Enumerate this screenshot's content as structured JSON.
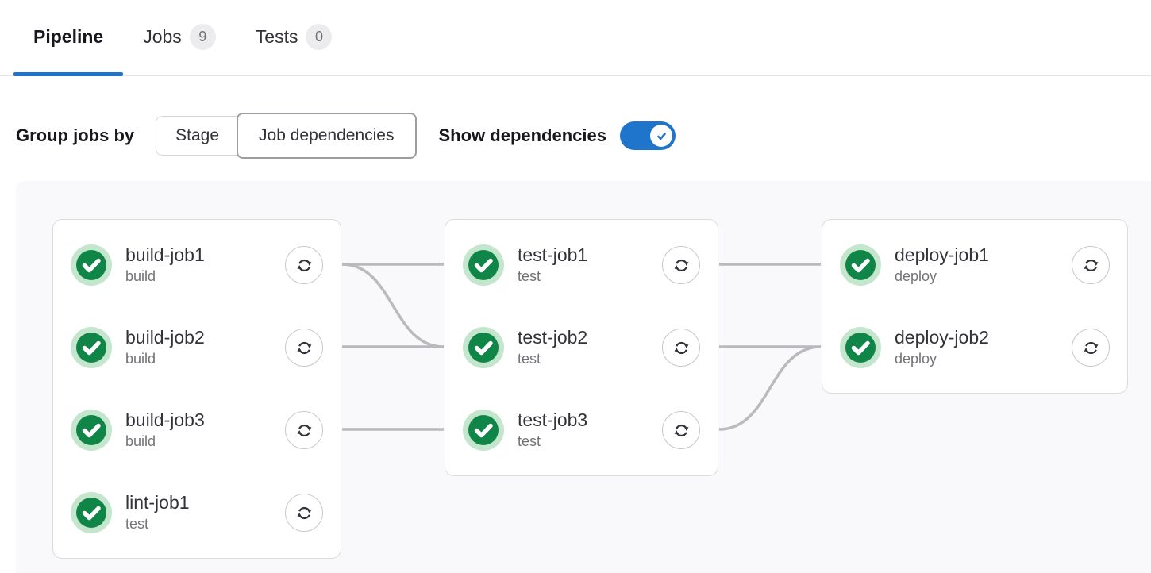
{
  "tabs": [
    {
      "label": "Pipeline",
      "badge": null,
      "active": true
    },
    {
      "label": "Jobs",
      "badge": "9",
      "active": false
    },
    {
      "label": "Tests",
      "badge": "0",
      "active": false
    }
  ],
  "controls": {
    "group_label": "Group jobs by",
    "group_options": [
      {
        "label": "Stage",
        "selected": false
      },
      {
        "label": "Job dependencies",
        "selected": true
      }
    ],
    "show_dependencies_label": "Show dependencies",
    "show_dependencies_on": true,
    "toggle_icon": "check-icon"
  },
  "graph": {
    "columns": [
      {
        "jobs": [
          {
            "name": "build-job1",
            "stage": "build",
            "status": "success",
            "status_icon": "status-success-icon",
            "action_icon": "retry-icon"
          },
          {
            "name": "build-job2",
            "stage": "build",
            "status": "success",
            "status_icon": "status-success-icon",
            "action_icon": "retry-icon"
          },
          {
            "name": "build-job3",
            "stage": "build",
            "status": "success",
            "status_icon": "status-success-icon",
            "action_icon": "retry-icon"
          },
          {
            "name": "lint-job1",
            "stage": "test",
            "status": "success",
            "status_icon": "status-success-icon",
            "action_icon": "retry-icon"
          }
        ]
      },
      {
        "jobs": [
          {
            "name": "test-job1",
            "stage": "test",
            "status": "success",
            "status_icon": "status-success-icon",
            "action_icon": "retry-icon"
          },
          {
            "name": "test-job2",
            "stage": "test",
            "status": "success",
            "status_icon": "status-success-icon",
            "action_icon": "retry-icon"
          },
          {
            "name": "test-job3",
            "stage": "test",
            "status": "success",
            "status_icon": "status-success-icon",
            "action_icon": "retry-icon"
          }
        ]
      },
      {
        "jobs": [
          {
            "name": "deploy-job1",
            "stage": "deploy",
            "status": "success",
            "status_icon": "status-success-icon",
            "action_icon": "retry-icon"
          },
          {
            "name": "deploy-job2",
            "stage": "deploy",
            "status": "success",
            "status_icon": "status-success-icon",
            "action_icon": "retry-icon"
          }
        ]
      }
    ],
    "edges": [
      {
        "from": "build-job1",
        "to": "test-job1"
      },
      {
        "from": "build-job1",
        "to": "test-job2"
      },
      {
        "from": "build-job2",
        "to": "test-job2"
      },
      {
        "from": "build-job3",
        "to": "test-job3"
      },
      {
        "from": "test-job1",
        "to": "deploy-job1"
      },
      {
        "from": "test-job2",
        "to": "deploy-job2"
      },
      {
        "from": "test-job3",
        "to": "deploy-job2"
      }
    ]
  },
  "colors": {
    "accent_blue": "#1f75cb",
    "success_green": "#108548",
    "success_halo": "#c3e6cd",
    "edge_gray": "#b9b9be",
    "card_border": "#dcdcde",
    "graph_background": "#f9f9fb",
    "text_primary": "#333238",
    "text_secondary": "#737278",
    "badge_background": "#ececef"
  }
}
